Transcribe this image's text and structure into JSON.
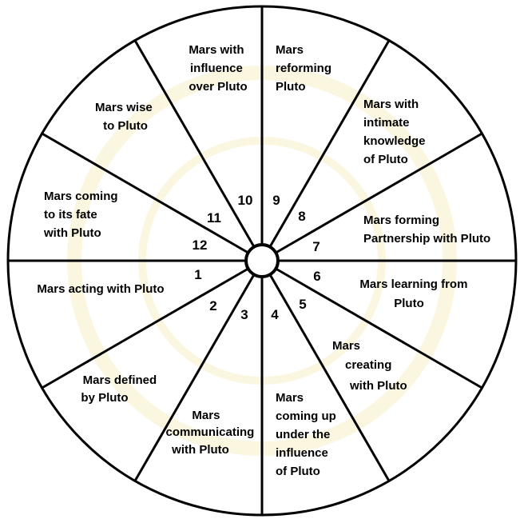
{
  "houses": [
    {
      "number": "1",
      "label_lines": [
        "Mars acting with Pluto"
      ]
    },
    {
      "number": "2",
      "label_lines": [
        "Mars defined",
        "by Pluto"
      ]
    },
    {
      "number": "3",
      "label_lines": [
        "Mars",
        "communicating",
        "with Pluto"
      ]
    },
    {
      "number": "4",
      "label_lines": [
        "Mars",
        "coming up",
        "under the",
        "influence",
        "of Pluto"
      ]
    },
    {
      "number": "5",
      "label_lines": [
        "Mars",
        "creating",
        "with Pluto"
      ]
    },
    {
      "number": "6",
      "label_lines": [
        "Mars learning from",
        "Pluto"
      ]
    },
    {
      "number": "7",
      "label_lines": [
        "Mars forming",
        "Partnership with Pluto"
      ]
    },
    {
      "number": "8",
      "label_lines": [
        "Mars with",
        "intimate",
        "knowledge",
        "of Pluto"
      ]
    },
    {
      "number": "9",
      "label_lines": [
        "Mars",
        "reforming",
        "Pluto"
      ]
    },
    {
      "number": "10",
      "label_lines": [
        "Mars with",
        "influence",
        "over Pluto"
      ]
    },
    {
      "number": "11",
      "label_lines": [
        "Mars wise",
        "to Pluto"
      ]
    },
    {
      "number": "12",
      "label_lines": [
        "Mars coming",
        "to its fate",
        "with Pluto"
      ]
    }
  ],
  "colors": {
    "line": "#000000",
    "background": "#ffffff",
    "watermark": "#fbf6dc"
  }
}
